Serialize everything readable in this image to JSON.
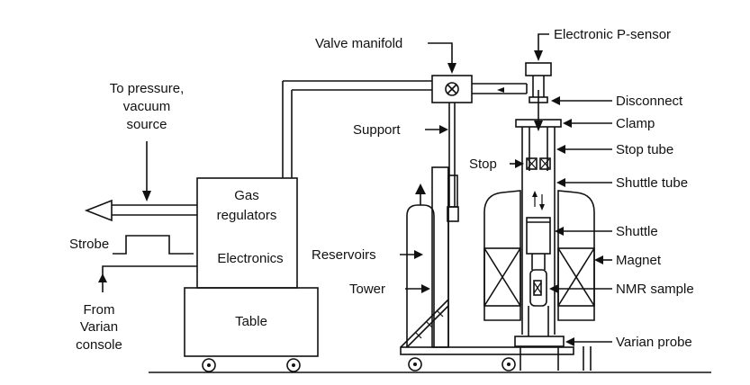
{
  "labels": {
    "valve_manifold": "Valve manifold",
    "p_sensor": "Electronic P-sensor",
    "to_pressure_1": "To pressure,",
    "to_pressure_2": "vacuum",
    "to_pressure_3": "source",
    "disconnect": "Disconnect",
    "clamp": "Clamp",
    "support": "Support",
    "stop_tube": "Stop tube",
    "stop": "Stop",
    "shuttle_tube": "Shuttle tube",
    "gas_regulators_1": "Gas",
    "gas_regulators_2": "regulators",
    "strobe": "Strobe",
    "shuttle": "Shuttle",
    "reservoirs": "Reservoirs",
    "electronics": "Electronics",
    "magnet": "Magnet",
    "tower": "Tower",
    "nmr_sample": "NMR sample",
    "from_varian_1": "From",
    "from_varian_2": "Varian",
    "from_varian_3": "console",
    "table": "Table",
    "varian_probe": "Varian probe"
  }
}
